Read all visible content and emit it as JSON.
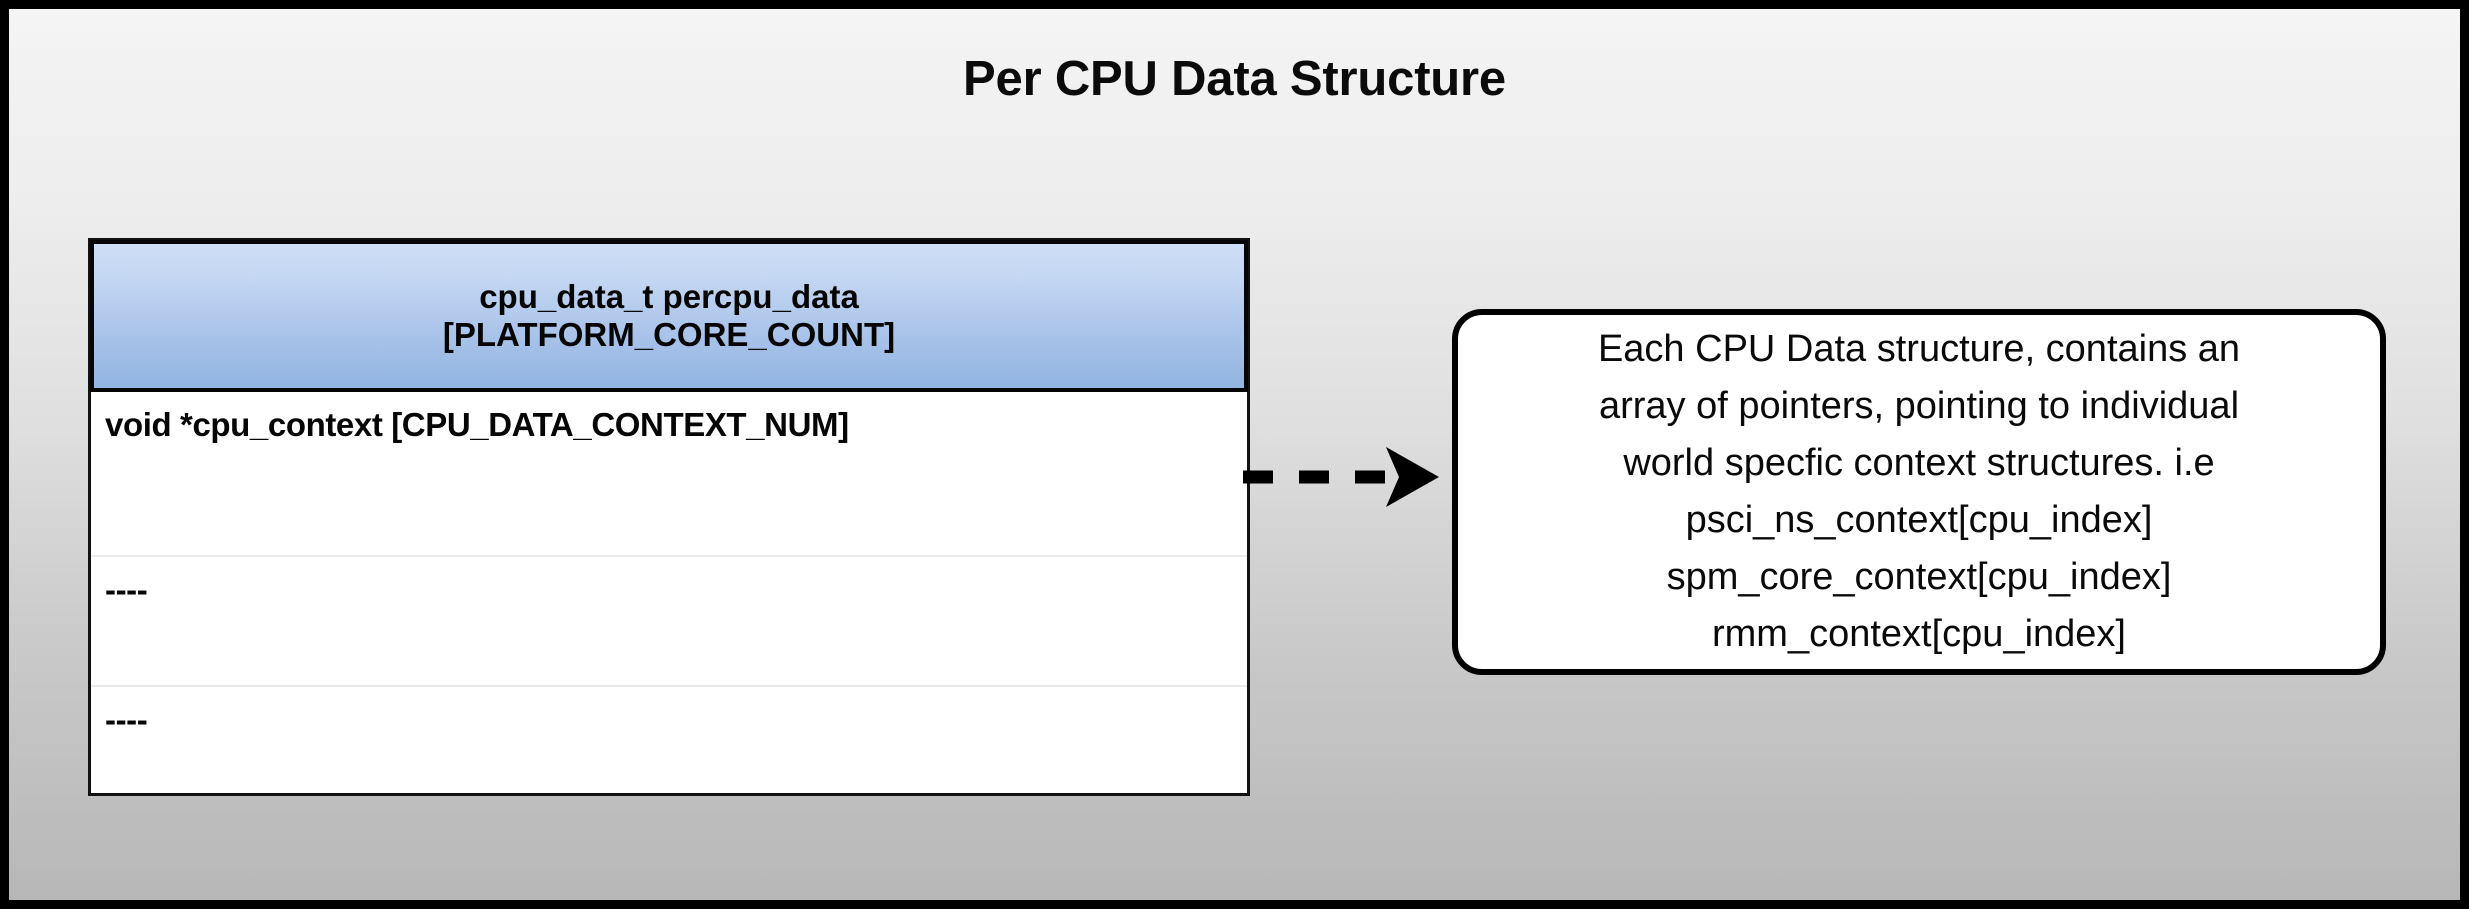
{
  "diagram": {
    "title": "Per CPU Data Structure",
    "background": {
      "gradient_top": "#f4f4f4",
      "gradient_bottom": "#b7b7b7",
      "frame_color": "#000000"
    }
  },
  "struct_table": {
    "header": {
      "line1": "cpu_data_t percpu_data",
      "line2": "[PLATFORM_CORE_COUNT]",
      "gradient_top": "#cfdef6",
      "gradient_bottom": "#91b4e1",
      "border_color": "#050505"
    },
    "rows": [
      {
        "text": "void *cpu_context [CPU_DATA_CONTEXT_NUM]"
      },
      {
        "text": "----"
      },
      {
        "text": "----"
      }
    ],
    "border_color": "#111111",
    "fill": "#ffffff"
  },
  "connector": {
    "style": "dashed-arrow",
    "color": "#000000",
    "dash_count": 3
  },
  "note": {
    "text": "Each CPU Data structure, contains an\narray of pointers, pointing to individual\nworld specfic context structures. i.e\npsci_ns_context[cpu_index]\nspm_core_context[cpu_index]\nrmm_context[cpu_index]",
    "border_color": "#000000",
    "fill": "#ffffff"
  }
}
